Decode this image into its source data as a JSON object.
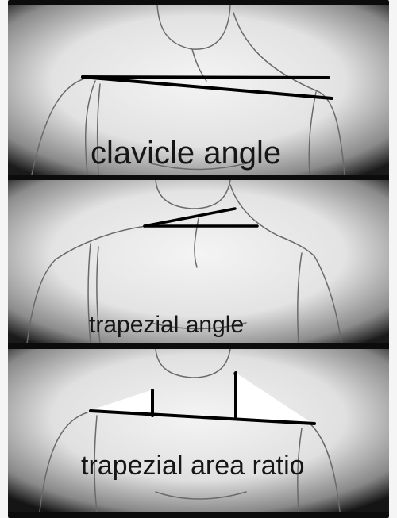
{
  "panels": [
    {
      "id": "clavicle",
      "label": "clavicle angle"
    },
    {
      "id": "trapezial",
      "label": "trapezial angle"
    },
    {
      "id": "area",
      "label": "trapezial area ratio"
    }
  ],
  "colors": {
    "border": "#0c0c0c",
    "sketch_light": "#f0f0f0",
    "sketch_line": "#6a6a6a",
    "measure_line": "#000000"
  }
}
